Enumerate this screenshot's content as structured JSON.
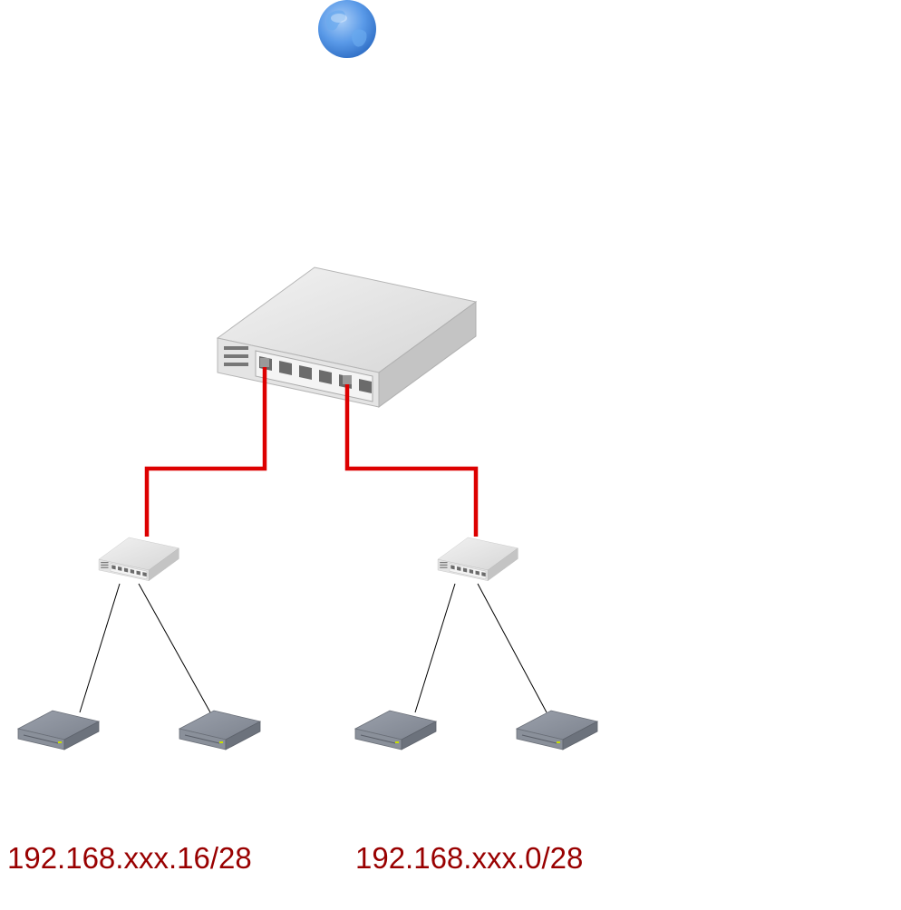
{
  "diagram": {
    "nodes": [
      {
        "id": "internet",
        "icon": "globe-icon"
      },
      {
        "id": "core-switch",
        "icon": "switch-icon"
      },
      {
        "id": "switch-left",
        "icon": "switch-icon"
      },
      {
        "id": "switch-right",
        "icon": "switch-icon"
      },
      {
        "id": "server-1",
        "icon": "server-icon"
      },
      {
        "id": "server-2",
        "icon": "server-icon"
      },
      {
        "id": "server-3",
        "icon": "server-icon"
      },
      {
        "id": "server-4",
        "icon": "server-icon"
      }
    ],
    "links": [
      {
        "from": "core-switch",
        "to": "switch-left",
        "style": "uplink",
        "color": "#dd0000"
      },
      {
        "from": "core-switch",
        "to": "switch-right",
        "style": "uplink",
        "color": "#dd0000"
      },
      {
        "from": "switch-left",
        "to": "server-1",
        "style": "thin",
        "color": "#000000"
      },
      {
        "from": "switch-left",
        "to": "server-2",
        "style": "thin",
        "color": "#000000"
      },
      {
        "from": "switch-right",
        "to": "server-3",
        "style": "thin",
        "color": "#000000"
      },
      {
        "from": "switch-right",
        "to": "server-4",
        "style": "thin",
        "color": "#000000"
      }
    ],
    "subnets": {
      "left": "192.168.xxx.16/28",
      "right": "192.168.xxx.0/28"
    },
    "colors": {
      "label": "#990000",
      "uplink": "#dd0000",
      "globe": "#4a90e2"
    }
  }
}
